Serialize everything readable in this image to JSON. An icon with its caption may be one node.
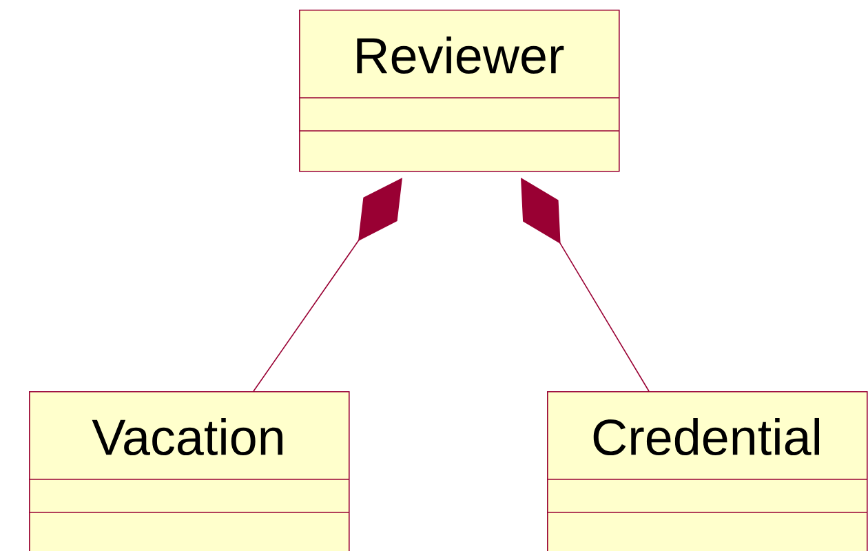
{
  "diagram": {
    "nodes": [
      {
        "text": [
          "Reviewer"
        ]
      },
      {
        "text": [
          "Vacation"
        ]
      },
      {
        "text": [
          "Credential"
        ]
      }
    ],
    "edges": [
      {
        "from": 0,
        "to": 1,
        "arrow": "other"
      },
      {
        "from": 0,
        "to": 2,
        "arrow": "other"
      }
    ]
  }
}
